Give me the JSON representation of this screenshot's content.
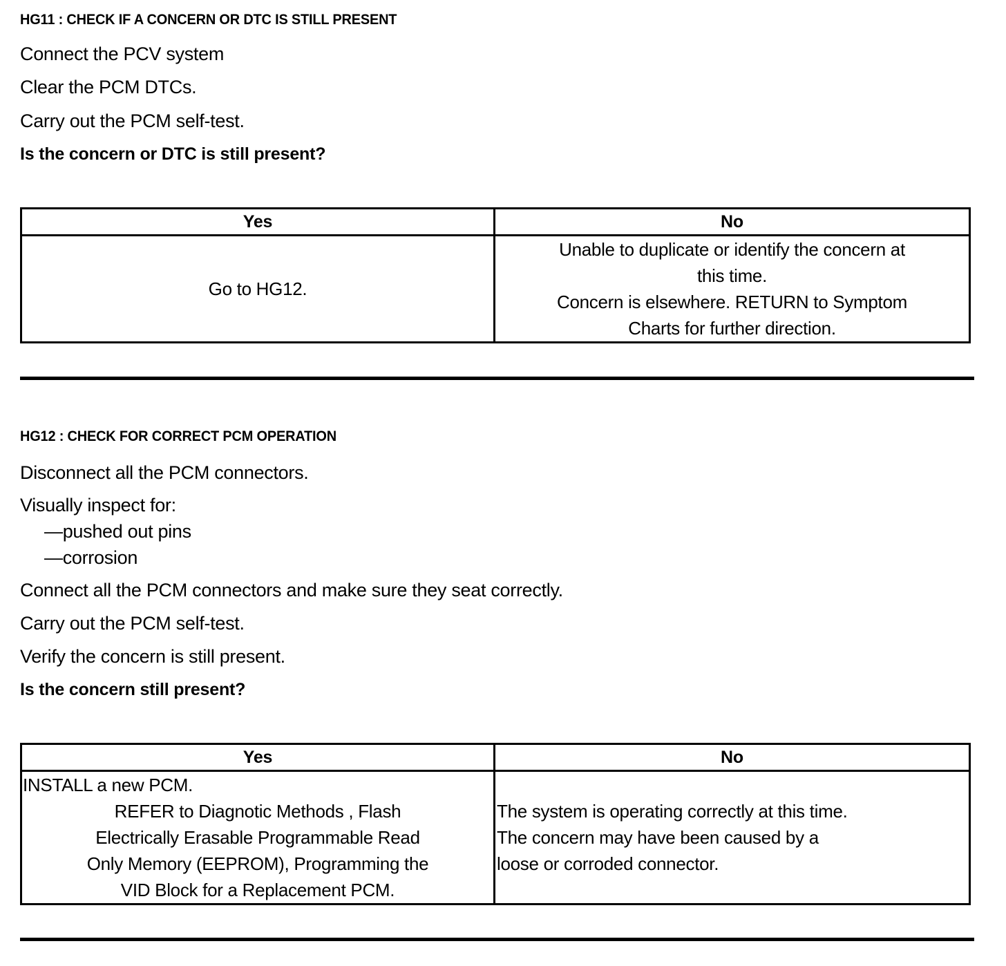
{
  "document": {
    "type": "diagnostic-pinpoint-test-chart",
    "sections": [
      {
        "id": "HG11",
        "heading": "HG11 : CHECK IF A CONCERN OR DTC IS STILL PRESENT",
        "steps": [
          "Connect the PCV system",
          "Clear the PCM DTCs.",
          "Carry out the PCM self-test."
        ],
        "question": "Is the concern or DTC is still present?",
        "table": {
          "headers": [
            "Yes",
            "No"
          ],
          "yes_cell": "Go to HG12.",
          "no_cell_lines": [
            "Unable to duplicate or identify the concern at",
            "this time.",
            "Concern is elsewhere. RETURN to Symptom",
            "Charts for further direction."
          ]
        }
      },
      {
        "id": "HG12",
        "heading": "HG12 : CHECK FOR CORRECT PCM OPERATION",
        "steps": [
          "Disconnect all the PCM connectors.",
          "Visually inspect for:"
        ],
        "bullets": [
          "—pushed out pins",
          "—corrosion"
        ],
        "steps_after_bullets": [
          "Connect all the PCM connectors and make sure they seat correctly.",
          "Carry out the PCM self-test.",
          "Verify the concern is still present."
        ],
        "question": "Is the concern still present?",
        "table": {
          "headers": [
            "Yes",
            "No"
          ],
          "yes_cell_lines": [
            "INSTALL a new PCM.",
            "REFER to Diagnotic Methods , Flash",
            "Electrically Erasable Programmable Read",
            "Only Memory (EEPROM), Programming the",
            "VID Block for a Replacement PCM."
          ],
          "no_cell_lines": [
            "The system is operating correctly at this time.",
            "The concern may have been caused by a",
            "loose or corroded connector."
          ]
        }
      }
    ]
  },
  "colors": {
    "ink": "#000000",
    "paper": "#ffffff"
  }
}
